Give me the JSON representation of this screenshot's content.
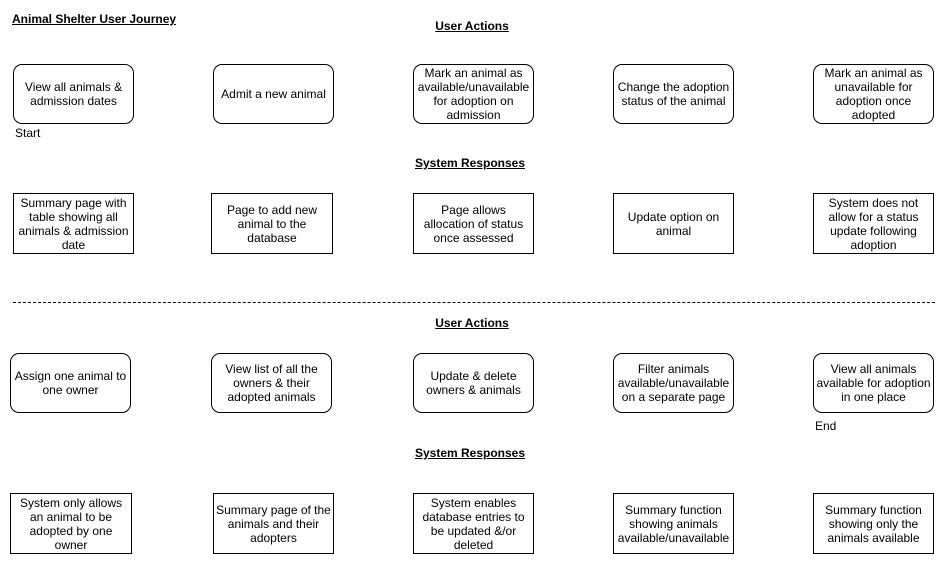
{
  "title": "Animal Shelter User Journey",
  "section1": {
    "actions_heading": "User Actions",
    "responses_heading": "System Responses",
    "actions": [
      "View all animals & admission dates",
      "Admit a new animal",
      "Mark an animal as available/unavailable for adoption on admission",
      "Change the adoption status of the animal",
      "Mark an animal as unavailable for adoption once adopted"
    ],
    "responses": [
      "Summary page with table showing all animals & admission date",
      "Page to add new animal to the database",
      "Page allows allocation of status once assessed",
      "Update option on animal",
      "System does not allow for a status update following adoption"
    ],
    "start_label": "Start"
  },
  "section2": {
    "actions_heading": "User Actions",
    "responses_heading": "System Responses",
    "actions": [
      "Assign one animal to one owner",
      "View list of all the owners & their adopted animals",
      "Update & delete owners & animals",
      "Filter animals available/unavailable on a separate page",
      "View all animals available for adoption in one place"
    ],
    "responses": [
      "System only allows an animal to be adopted by one owner",
      "Summary page of the animals and their adopters",
      "System enables database entries to be updated &/or deleted",
      "Summary function showing animals available/unavailable",
      "Summary function showing only the animals available"
    ],
    "end_label": "End"
  }
}
